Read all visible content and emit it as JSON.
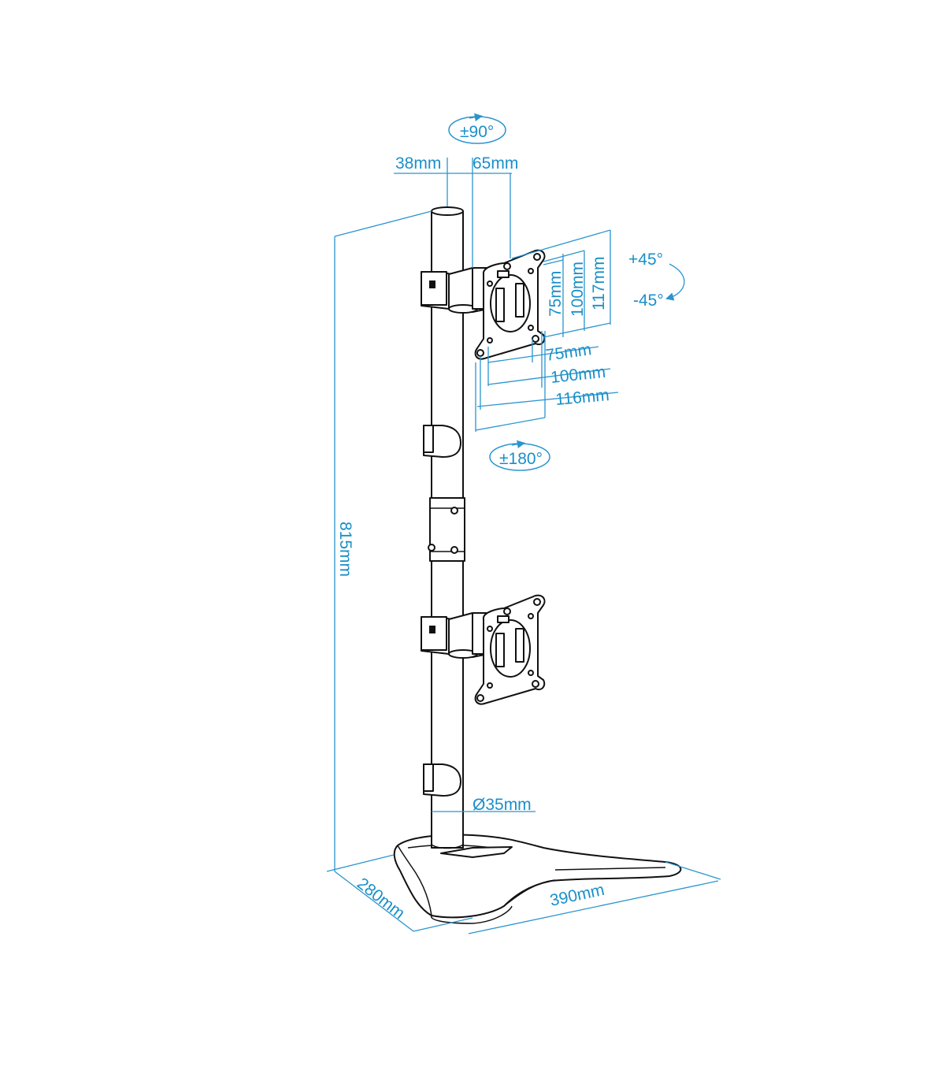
{
  "dimensions": {
    "rotation_tilt": "±90°",
    "pole_offset": "38mm",
    "arm_offset": "65mm",
    "vesa_height_75": "75mm",
    "vesa_height_100": "100mm",
    "vesa_height_117": "117mm",
    "vesa_width_75": "75mm",
    "vesa_width_100": "100mm",
    "vesa_width_116": "116mm",
    "swivel_plus": "+45°",
    "swivel_minus": "-45°",
    "rotation_swivel": "±180°",
    "total_height": "815mm",
    "pole_diameter": "Ø35mm",
    "base_depth": "280mm",
    "base_width": "390mm"
  },
  "colors": {
    "dimension": "#1a8fc9",
    "outline": "#111111"
  }
}
